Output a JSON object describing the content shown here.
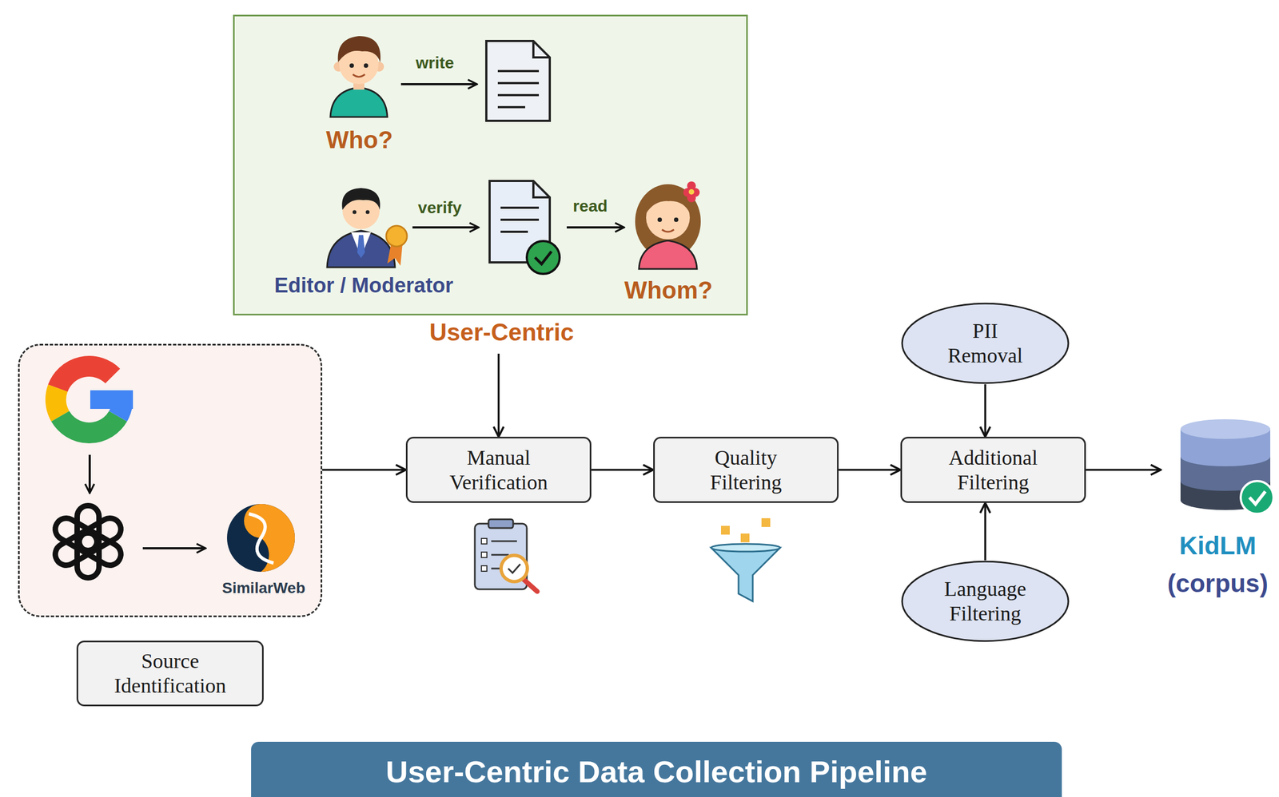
{
  "diagram": {
    "title": "User-Centric Data Collection Pipeline",
    "nodes": [
      {
        "text": [
          "Who?",
          "Editor / Moderator",
          "Whom?",
          "User-Centric"
        ]
      },
      {
        "text": [
          "SimilarWeb"
        ]
      },
      {
        "text": [
          "Source Identification"
        ]
      },
      {
        "text": [
          "Manual Verification"
        ]
      },
      {
        "text": [
          "Quality Filtering"
        ]
      },
      {
        "text": [
          "PII Removal"
        ]
      },
      {
        "text": [
          "Additional Filtering"
        ]
      },
      {
        "text": [
          "Language Filtering"
        ]
      },
      {
        "text": [
          "KidLM",
          "(corpus)"
        ]
      }
    ],
    "edges": [
      {
        "from": 1,
        "to": 3,
        "arrow": "to"
      },
      {
        "from": 0,
        "to": 3,
        "arrow": "to"
      },
      {
        "from": 3,
        "to": 4,
        "arrow": "to"
      },
      {
        "from": 4,
        "to": 6,
        "arrow": "to"
      },
      {
        "from": 5,
        "to": 6,
        "arrow": "to"
      },
      {
        "from": 7,
        "to": 6,
        "arrow": "to"
      },
      {
        "from": 6,
        "to": 8,
        "arrow": "to"
      }
    ],
    "labels": [
      "write",
      "verify",
      "read"
    ]
  }
}
